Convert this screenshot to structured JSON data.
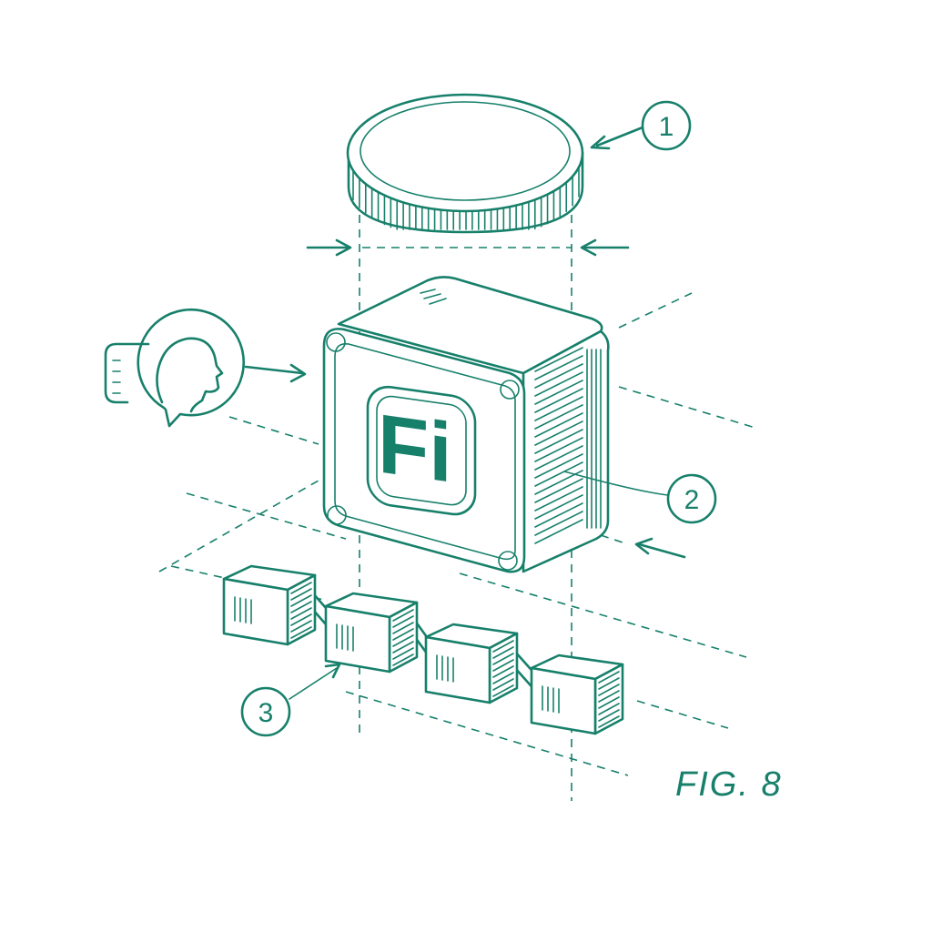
{
  "figure": {
    "label": "FIG. 8",
    "ink_color": "#17806b",
    "background": "#ffffff",
    "logo_text": "Fi",
    "callouts": [
      {
        "number": "1",
        "target": "coin"
      },
      {
        "number": "2",
        "target": "logo-cube-side"
      },
      {
        "number": "3",
        "target": "block-chain"
      }
    ],
    "icons": [
      "coin-icon",
      "user-chat-icon",
      "fi-logo-cube",
      "blockchain-icon"
    ]
  }
}
